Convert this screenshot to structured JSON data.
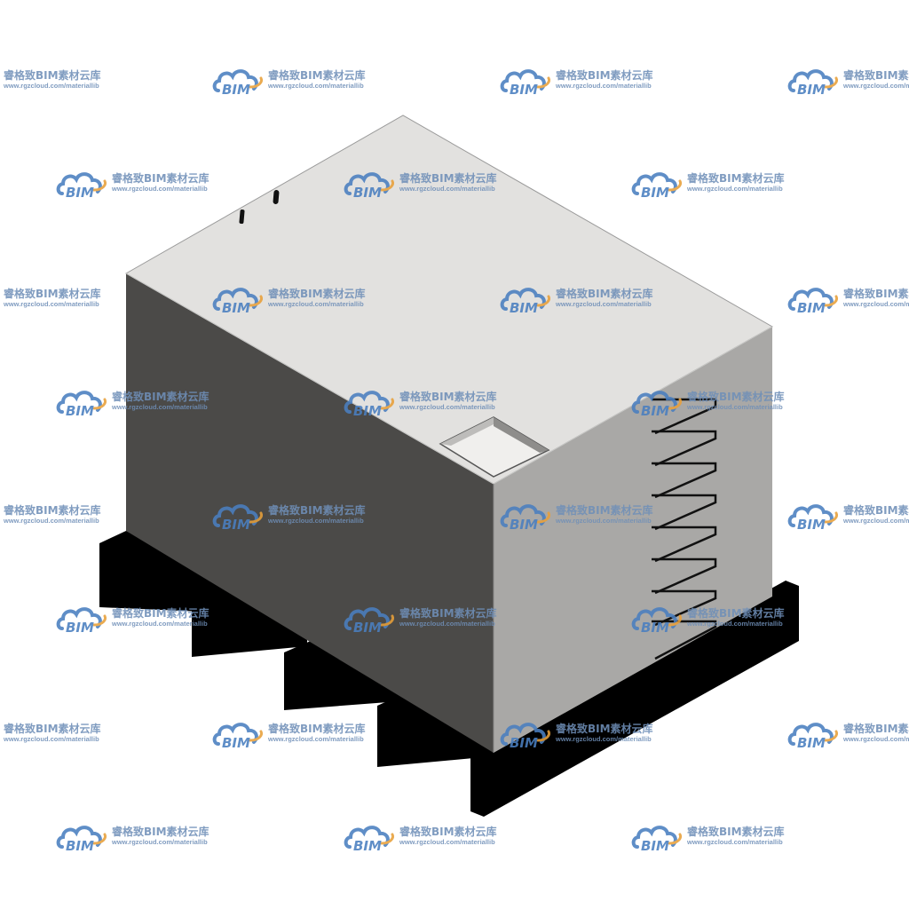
{
  "watermark": {
    "title": "睿格致BIM素材云库",
    "url": "www.rgzcloud.com/materiallib",
    "logo_text": "BIM",
    "logo_icon": "cloud-icon",
    "colors": {
      "cloud": "#4a7fc0",
      "cloud_accent": "#e8a03a",
      "text": "#6f8fb8"
    }
  },
  "model": {
    "colors": {
      "top_face": "#e2e1df",
      "left_face": "#4b4a48",
      "right_face": "#a9a8a6",
      "skid": "#000000",
      "outline": "#8a8a8a"
    }
  }
}
